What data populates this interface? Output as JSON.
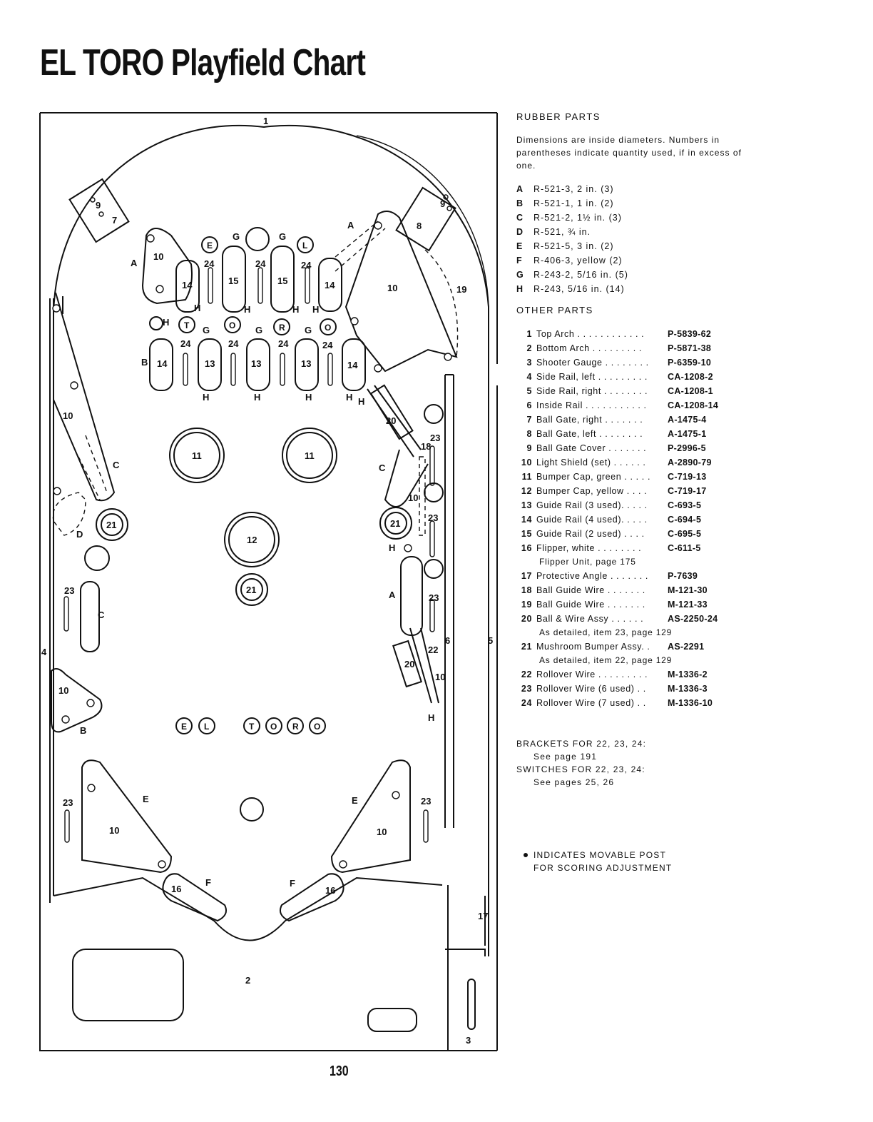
{
  "page": {
    "title": "EL TORO Playfield Chart",
    "page_number": "130"
  },
  "rubber_parts": {
    "heading": "RUBBER PARTS",
    "description": "Dimensions are inside diameters. Numbers in parentheses indicate quantity used, if in excess of one.",
    "items": [
      {
        "key": "A",
        "text": "R-521-3, 2 in. (3)"
      },
      {
        "key": "B",
        "text": "R-521-1, 1 in. (2)"
      },
      {
        "key": "C",
        "text": "R-521-2, 1½ in. (3)"
      },
      {
        "key": "D",
        "text": "R-521, ¾ in."
      },
      {
        "key": "E",
        "text": "R-521-5, 3 in. (2)"
      },
      {
        "key": "F",
        "text": "R-406-3, yellow (2)"
      },
      {
        "key": "G",
        "text": "R-243-2, 5/16 in. (5)"
      },
      {
        "key": "H",
        "text": "R-243, 5/16 in. (14)"
      }
    ]
  },
  "other_parts": {
    "heading": "OTHER PARTS",
    "items": [
      {
        "num": "1",
        "desc": "Top Arch . . . . . . . . . . . .",
        "part": "P-5839-62"
      },
      {
        "num": "2",
        "desc": "Bottom Arch . . . . . . . . .",
        "part": "P-5871-38"
      },
      {
        "num": "3",
        "desc": "Shooter Gauge . . . . . . . .",
        "part": "P-6359-10"
      },
      {
        "num": "4",
        "desc": "Side Rail, left . . . . . . . . .",
        "part": "CA-1208-2"
      },
      {
        "num": "5",
        "desc": "Side Rail, right . . . . . . . .",
        "part": "CA-1208-1"
      },
      {
        "num": "6",
        "desc": "Inside Rail . . . . . . . . . . .",
        "part": "CA-1208-14"
      },
      {
        "num": "7",
        "desc": "Ball Gate, right . . . . . . .",
        "part": "A-1475-4"
      },
      {
        "num": "8",
        "desc": "Ball Gate, left . . . . . . . .",
        "part": "A-1475-1"
      },
      {
        "num": "9",
        "desc": "Ball Gate Cover . . . . . . .",
        "part": "P-2996-5"
      },
      {
        "num": "10",
        "desc": "Light Shield (set) . . . . . .",
        "part": "A-2890-79"
      },
      {
        "num": "11",
        "desc": "Bumper Cap, green . . . . .",
        "part": "C-719-13"
      },
      {
        "num": "12",
        "desc": "Bumper Cap, yellow . . . .",
        "part": "C-719-17"
      },
      {
        "num": "13",
        "desc": "Guide Rail (3 used). . . . .",
        "part": "C-693-5"
      },
      {
        "num": "14",
        "desc": "Guide Rail (4 used). . . . .",
        "part": "C-694-5"
      },
      {
        "num": "15",
        "desc": "Guide Rail (2 used) . . . .",
        "part": "C-695-5"
      },
      {
        "num": "16",
        "desc": "Flipper, white . . . . . . . .",
        "part": "C-611-5"
      },
      {
        "sub": "Flipper Unit, page 175"
      },
      {
        "num": "17",
        "desc": "Protective Angle . . . . . . .",
        "part": "P-7639"
      },
      {
        "num": "18",
        "desc": "Ball Guide Wire . . . . . . .",
        "part": "M-121-30"
      },
      {
        "num": "19",
        "desc": "Ball Guide Wire . . . . . . .",
        "part": "M-121-33"
      },
      {
        "num": "20",
        "desc": "Ball & Wire Assy . . . . . .",
        "part": "AS-2250-24"
      },
      {
        "sub": "As detailed, item 23, page 129"
      },
      {
        "num": "21",
        "desc": "Mushroom Bumper Assy. .",
        "part": "AS-2291"
      },
      {
        "sub": "As detailed, item 22, page 129"
      },
      {
        "num": "22",
        "desc": "Rollover Wire . . . . . . . . .",
        "part": "M-1336-2"
      },
      {
        "num": "23",
        "desc": "Rollover Wire (6 used) . .",
        "part": "M-1336-3"
      },
      {
        "num": "24",
        "desc": "Rollover Wire (7 used) . .",
        "part": "M-1336-10"
      }
    ]
  },
  "footnotes": {
    "brackets_head": "BRACKETS FOR 22, 23, 24:",
    "brackets_ref": "See page 191",
    "switches_head": "SWITCHES FOR 22, 23, 24:",
    "switches_ref": "See pages 25, 26",
    "movable_post_line1": "INDICATES MOVABLE POST",
    "movable_post_line2": "FOR SCORING ADJUSTMENT"
  },
  "diagram_labels": {
    "top_arch": "1",
    "bottom_arch": "2",
    "shooter": "3",
    "rail_left": "4",
    "rail_right": "5",
    "inside_rail": "6",
    "gate_right": "7",
    "gate_left": "8",
    "gate_cover": "9",
    "shield": "10",
    "bumper_green": "11",
    "bumper_yellow": "12",
    "rail13": "13",
    "rail14": "14",
    "rail15": "15",
    "flipper": "16",
    "angle": "17",
    "wire18": "18",
    "wire19": "19",
    "ballwire": "20",
    "mushroom": "21",
    "roll22": "22",
    "roll23": "23",
    "roll24": "24",
    "A": "A",
    "B": "B",
    "C": "C",
    "D": "D",
    "E": "E",
    "F": "F",
    "G": "G",
    "H": "H",
    "O": "O",
    "R": "R",
    "T": "T",
    "L": "L"
  }
}
